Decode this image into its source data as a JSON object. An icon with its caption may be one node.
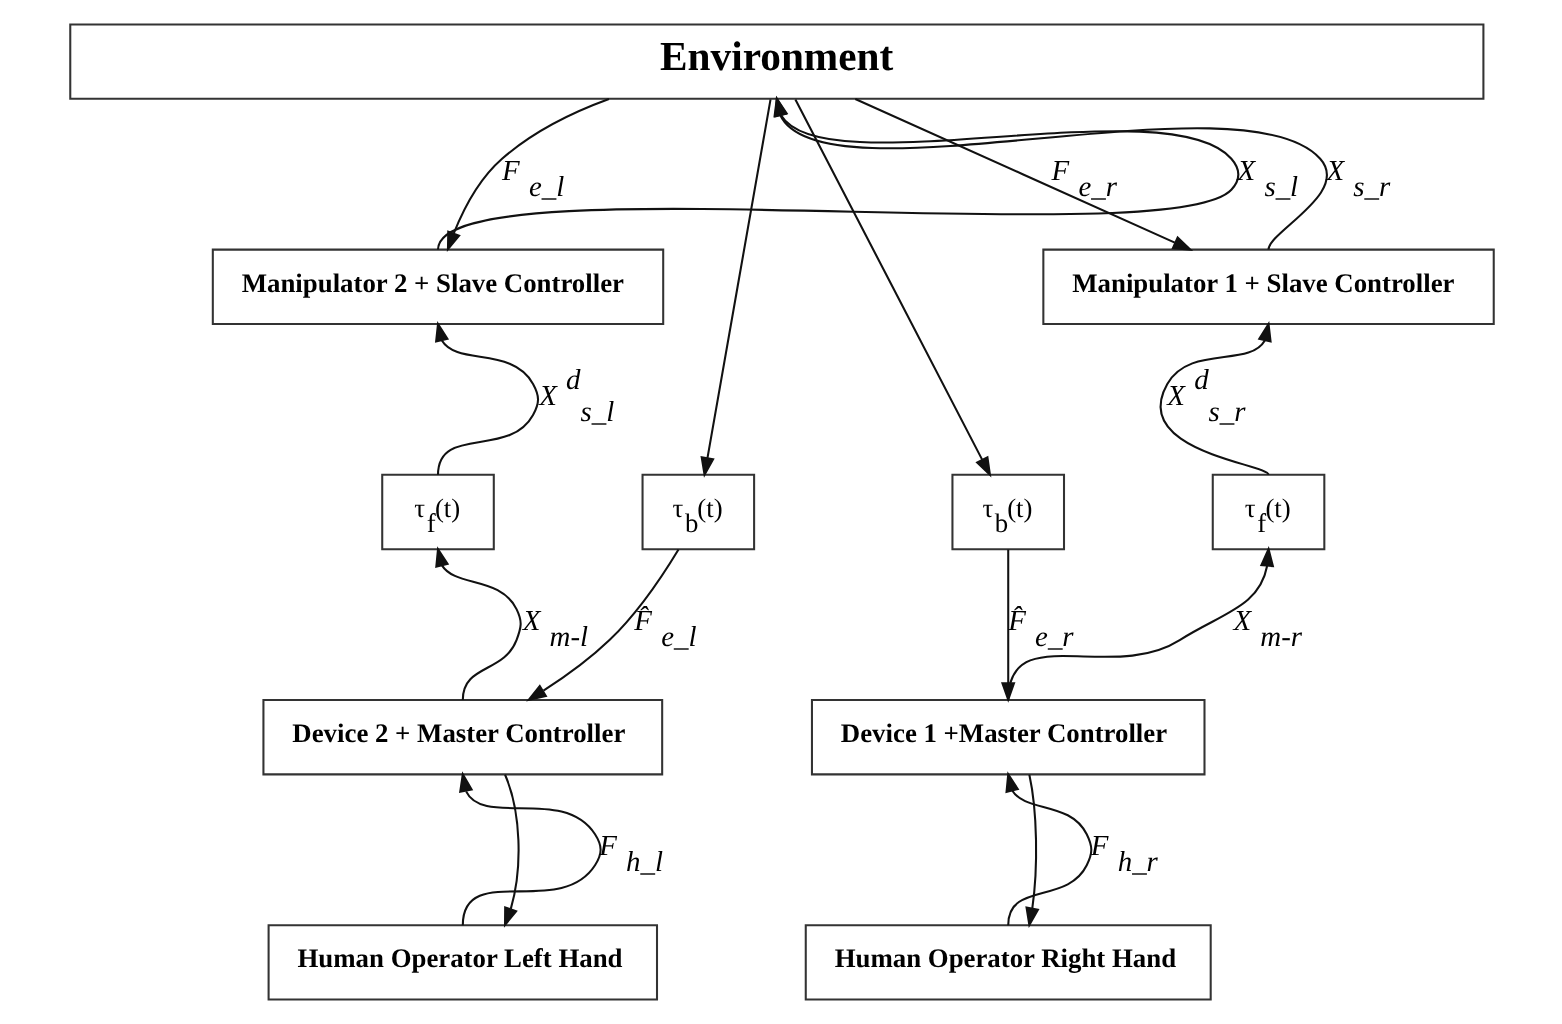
{
  "diagram": {
    "nodes": [
      {
        "text": [
          "Environment"
        ]
      },
      {
        "text": [
          "Manipulator 2 + Slave Controller"
        ]
      },
      {
        "text": [
          "Manipulator 1 + Slave Controller"
        ]
      },
      {
        "text": [
          "τ$_{f}$(t)"
        ]
      },
      {
        "text": [
          "τ$_{b}$(t)"
        ]
      },
      {
        "text": [
          "τ$_{b}$(t)"
        ]
      },
      {
        "text": [
          "τ$_{f}$(t)"
        ]
      },
      {
        "text": [
          "Device 2 + Master Controller"
        ]
      },
      {
        "text": [
          "Device 1 +Master Controller"
        ]
      },
      {
        "text": [
          "Human Operator Left Hand"
        ]
      },
      {
        "text": [
          "Human Operator Right Hand"
        ]
      }
    ],
    "edges": [
      {
        "from": 1,
        "to": 0,
        "arrow": "to",
        "label": "X$_{s_l}$"
      },
      {
        "from": 0,
        "to": 1,
        "arrow": "to",
        "label": "F$_{e_l}$"
      },
      {
        "from": 0,
        "to": 4,
        "arrow": "to"
      },
      {
        "from": 0,
        "to": 2,
        "arrow": "to",
        "label": "F$_{e_r}$"
      },
      {
        "from": 0,
        "to": 5,
        "arrow": "to"
      },
      {
        "from": 2,
        "to": 0,
        "arrow": "to",
        "label": "X$_{s_r}$"
      },
      {
        "from": 3,
        "to": 1,
        "arrow": "to",
        "label": "X$^{d}$$_{s_l}$"
      },
      {
        "from": 6,
        "to": 2,
        "arrow": "to",
        "label": "X$^{d}$$_{s_r}$"
      },
      {
        "from": 7,
        "to": 3,
        "arrow": "to",
        "label": "X$_{m-l}$"
      },
      {
        "from": 7,
        "to": 9,
        "arrow": "to"
      },
      {
        "from": 4,
        "to": 7,
        "arrow": "to",
        "label": "F̂$_{e_l}$"
      },
      {
        "from": 5,
        "to": 8,
        "arrow": "to",
        "label": "F̂$_{e_r}$"
      },
      {
        "from": 8,
        "to": 6,
        "arrow": "to",
        "label": "X$_{m-r}$"
      },
      {
        "from": 8,
        "to": 10,
        "arrow": "to"
      },
      {
        "from": 9,
        "to": 7,
        "arrow": "to",
        "label": "F$_{h_l}$"
      },
      {
        "from": 10,
        "to": 8,
        "arrow": "to",
        "label": "F$_{h_r}$"
      }
    ]
  }
}
